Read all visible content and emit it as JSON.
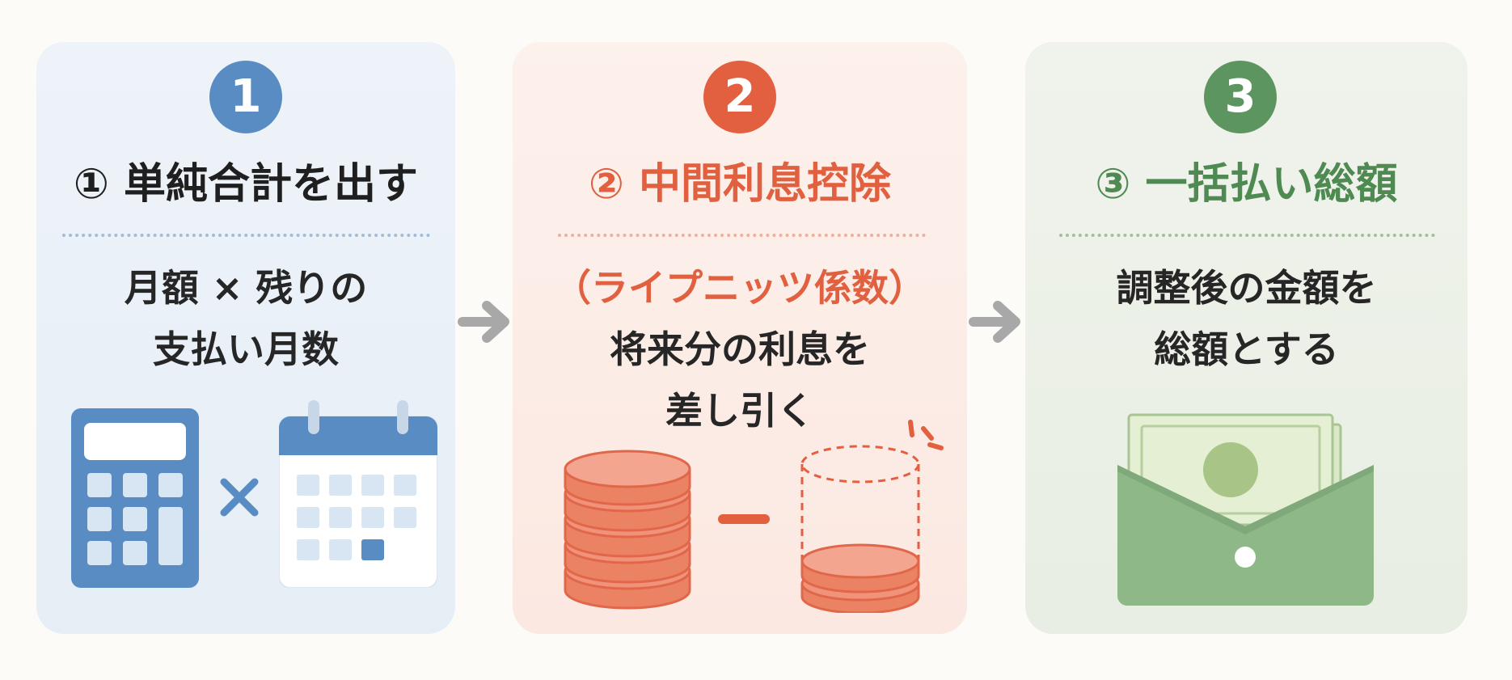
{
  "steps": [
    {
      "badge": "1",
      "title": "① 単純合計を出す",
      "lines": [
        "月額 × 残りの",
        "支払い月数"
      ],
      "color": "#5a8cc4"
    },
    {
      "badge": "2",
      "title": "② 中間利息控除",
      "lines": [
        "（ライプニッツ係数）",
        "将来分の利息を",
        "差し引く"
      ],
      "color": "#e2603f"
    },
    {
      "badge": "3",
      "title": "③ 一括払い総額",
      "lines": [
        "調整後の金額を",
        "総額とする"
      ],
      "color": "#5d9560"
    }
  ],
  "icons": {
    "step1": [
      "calculator-icon",
      "multiply-icon",
      "calendar-icon"
    ],
    "step2": [
      "coin-stack-icon",
      "minus-icon",
      "reduced-coin-stack-icon"
    ],
    "step3": [
      "money-envelope-icon"
    ],
    "connector": "arrow-right-icon"
  }
}
